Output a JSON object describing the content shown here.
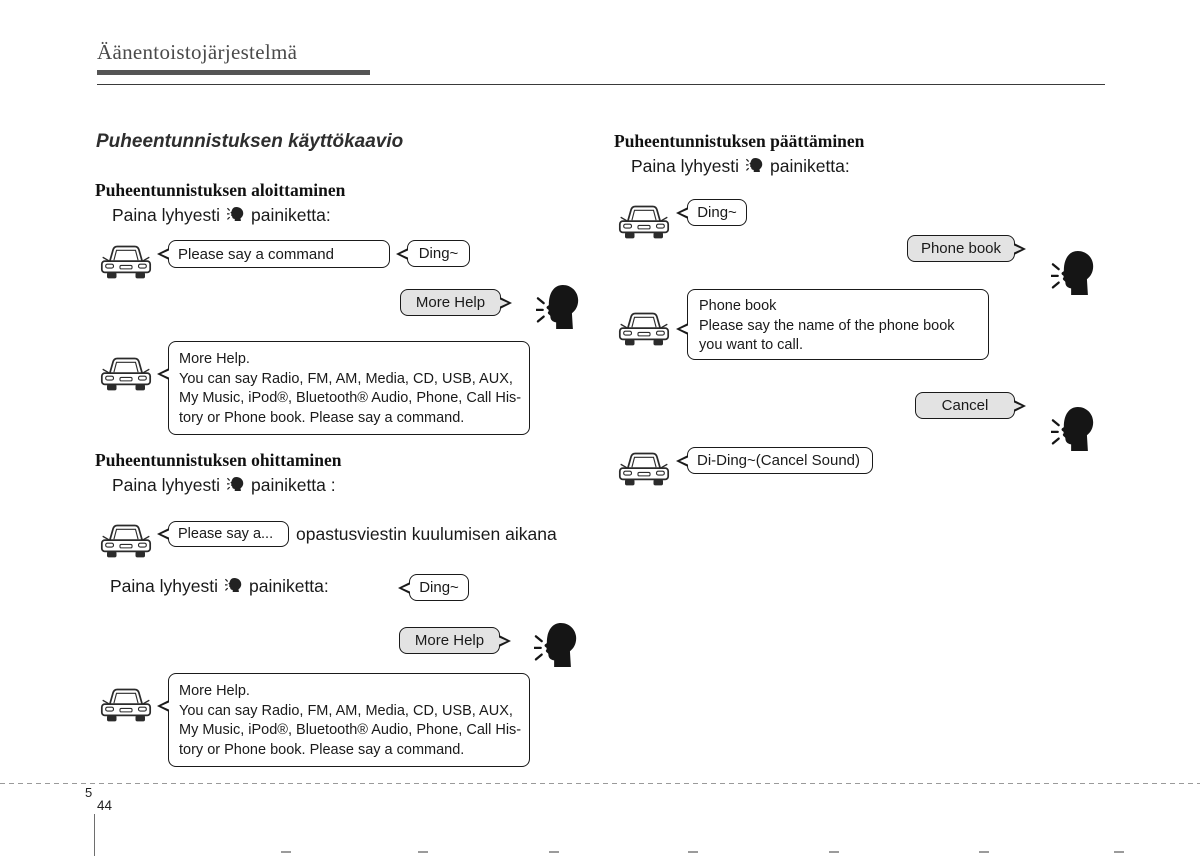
{
  "colors": {
    "bubble_gray": "#e3e3e3",
    "header_rule": "#555555",
    "ink": "#1a1a1a"
  },
  "header": {
    "title": "Äänentoistojärjestelmä"
  },
  "flow_title": "Puheentunnistuksen käyttökaavio",
  "sections": {
    "start": {
      "heading": "Puheentunnistuksen aloittaminen",
      "press_prefix": "Paina lyhyesti",
      "press_suffix": "painiketta:",
      "bubble_command": "Please say a command",
      "bubble_ding": "Ding~",
      "bubble_more_help": "More Help",
      "help_lines": [
        "More Help.",
        "You can say Radio, FM, AM, Media, CD, USB, AUX,",
        "My Music, iPod®, Bluetooth® Audio, Phone, Call His-",
        "tory or Phone book. Please say a command."
      ]
    },
    "skip": {
      "heading": "Puheentunnistuksen ohittaminen",
      "press_prefix": "Paina lyhyesti",
      "press_suffix": "painiketta :",
      "bubble_prompt": "Please say a...",
      "prompt_note": "opastusviestin kuulumisen aikana",
      "press2_prefix": "Paina lyhyesti",
      "press2_suffix": "painiketta:",
      "bubble_ding": "Ding~",
      "bubble_more_help": "More Help",
      "help_lines": [
        "More Help.",
        "You can say Radio, FM, AM, Media, CD, USB, AUX,",
        "My Music, iPod®, Bluetooth® Audio, Phone, Call His-",
        "tory or Phone book. Please say a command."
      ]
    },
    "end": {
      "heading": "Puheentunnistuksen päättäminen",
      "press_prefix": "Paina lyhyesti",
      "press_suffix": "painiketta:",
      "bubble_ding": "Ding~",
      "bubble_phone_book": "Phone book",
      "phonebook_lines": [
        "Phone book",
        "Please say the name of the phone book",
        "you want to call."
      ],
      "bubble_cancel": "Cancel",
      "bubble_cancel_sound": "Di-Ding~(Cancel Sound)"
    }
  },
  "footer": {
    "chapter": "5",
    "page": "44"
  }
}
